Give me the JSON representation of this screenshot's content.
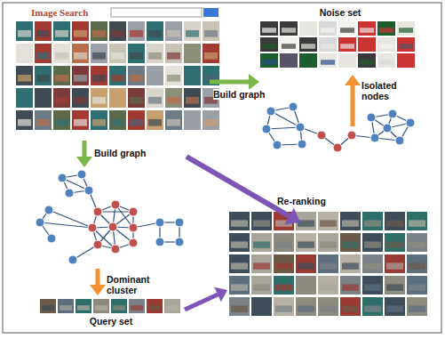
{
  "diagram": {
    "nodes": [
      {
        "text": [
          "Image Search"
        ]
      },
      {
        "text": [
          "Noise set"
        ]
      },
      {
        "text": [
          "Query set"
        ]
      }
    ],
    "labels": [
      "Build graph",
      "Build graph",
      "Isolated nodes",
      "Re-ranking",
      "Dominant cluster"
    ]
  }
}
